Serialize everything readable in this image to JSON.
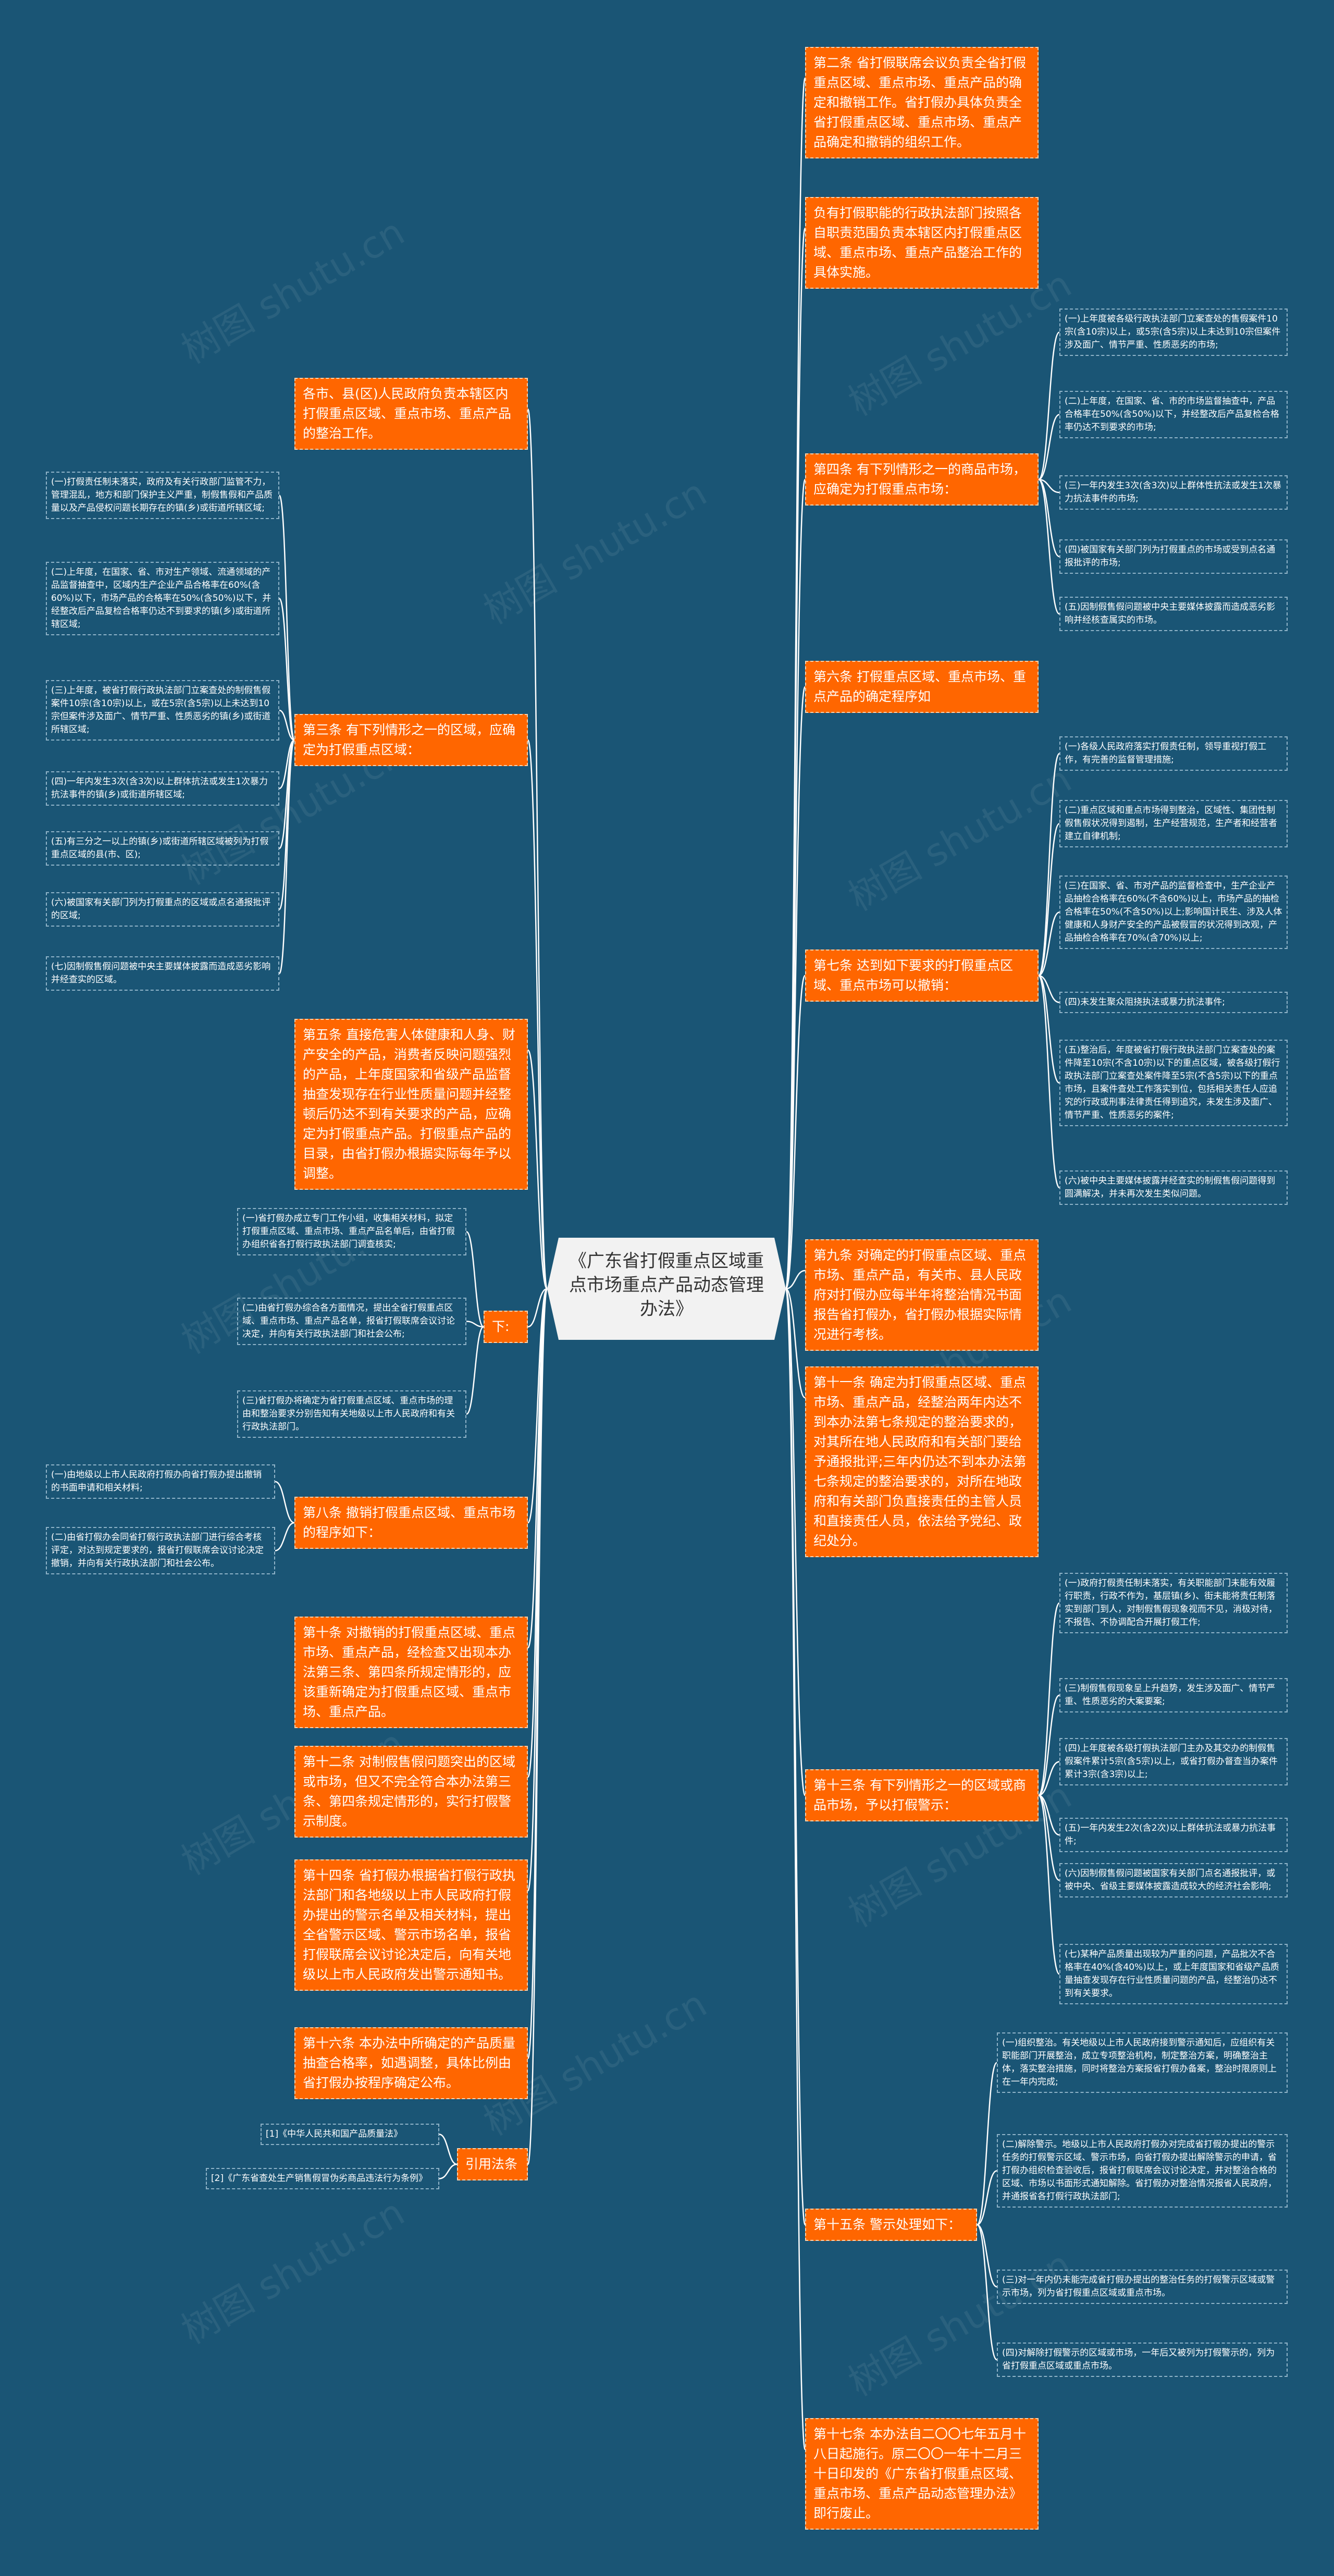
{
  "center": "《广东省打假重点区域重点市场重点产品动态管理办法》",
  "right": {
    "art2": "第二条 省打假联席会议负责全省打假重点区域、重点市场、重点产品的确定和撤销工作。省打假办具体负责全省打假重点区域、重点市场、重点产品确定和撤销的组织工作。",
    "intro": "负有打假职能的行政执法部门按照各自职责范围负责本辖区内打假重点区域、重点市场、重点产品整治工作的具体实施。",
    "art4": "第四条 有下列情形之一的商品市场，应确定为打假重点市场：",
    "art4_items": [
      "(一)上年度被各级行政执法部门立案查处的售假案件10宗(含10宗)以上，或5宗(含5宗)以上未达到10宗但案件涉及面广、情节严重、性质恶劣的市场;",
      "(二)上年度，在国家、省、市的市场监督抽查中，产品合格率在50%(含50%)以下，并经整改后产品复检合格率仍达不到要求的市场;",
      "(三)一年内发生3次(含3次)以上群体性抗法或发生1次暴力抗法事件的市场;",
      "(四)被国家有关部门列为打假重点的市场或受到点名通报批评的市场;",
      "(五)因制假售假问题被中央主要媒体披露而造成恶劣影响并经核查属实的市场。"
    ],
    "art6": "第六条 打假重点区域、重点市场、重点产品的确定程序如",
    "art7": "第七条 达到如下要求的打假重点区域、重点市场可以撤销：",
    "art7_items": [
      "(一)各级人民政府落实打假责任制，领导重视打假工作，有完善的监督管理措施;",
      "(二)重点区域和重点市场得到整治，区域性、集团性制假售假状况得到遏制，生产经营规范，生产者和经营者建立自律机制;",
      "(三)在国家、省、市对产品的监督检查中，生产企业产品抽检合格率在60%(不含60%)以上，市场产品的抽检合格率在50%(不含50%)以上;影响国计民生、涉及人体健康和人身财产安全的产品被假冒的状况得到改观，产品抽检合格率在70%(含70%)以上;",
      "(四)未发生聚众阻挠执法或暴力抗法事件;",
      "(五)整治后，年度被省打假行政执法部门立案查处的案件降至10宗(不含10宗)以下的重点区域，被各级打假行政执法部门立案查处案件降至5宗(不含5宗)以下的重点市场，且案件查处工作落实到位，包括相关责任人应追究的行政或刑事法律责任得到追究，未发生涉及面广、情节严重、性质恶劣的案件;",
      "(六)被中央主要媒体披露并经查实的制假售假问题得到圆满解决，并未再次发生类似问题。"
    ],
    "art9": "第九条 对确定的打假重点区域、重点市场、重点产品，有关市、县人民政府对打假办应每半年将整治情况书面报告省打假办，省打假办根据实际情况进行考核。",
    "art11": "第十一条 确定为打假重点区域、重点市场、重点产品，经整治两年内达不到本办法第七条规定的整治要求的，对其所在地人民政府和有关部门要给予通报批评;三年内仍达不到本办法第七条规定的整治要求的，对所在地政府和有关部门负直接责任的主管人员和直接责任人员，依法给予党纪、政纪处分。",
    "art13": "第十三条 有下列情形之一的区域或商品市场，予以打假警示：",
    "art13_items": [
      "(一)政府打假责任制未落实，有关职能部门未能有效履行职责，行政不作为，基层镇(乡)、街未能将责任制落实到部门到人，对制假售假现象视而不见，消极对待，不报告、不协调配合开展打假工作;",
      "(三)制假售假现象呈上升趋势，发生涉及面广、情节严重、性质恶劣的大案要案;",
      "(四)上年度被各级打假执法部门主办及其交办的制假售假案件累计5宗(含5宗)以上，或省打假办督查当办案件累计3宗(含3宗)以上;",
      "(五)一年内发生2次(含2次)以上群体抗法或暴力抗法事件;",
      "(六)因制假售假问题被国家有关部门点名通报批评，或被中央、省级主要媒体披露造成较大的经济社会影响;",
      "(七)某种产品质量出现较为严重的问题，产品批次不合格率在40%(含40%)以上，或上年度国家和省级产品质量抽查发现存在行业性质量问题的产品，经整治仍达不到有关要求。"
    ],
    "art15": "第十五条 警示处理如下：",
    "art15_items": [
      "(一)组织整治。有关地级以上市人民政府接到警示通知后，应组织有关职能部门开展整治，成立专项整治机构，制定整治方案，明确整治主体，落实整治措施，同时将整治方案报省打假办备案，整治时限原则上在一年内完成;",
      "(二)解除警示。地级以上市人民政府打假办对完成省打假办提出的警示任务的打假警示区域、警示市场，向省打假办提出解除警示的申请，省打假办组织检查验收后，报省打假联席会议讨论决定，并对整治合格的区域、市场以书面形式通知解除。省打假办对整治情况报省人民政府，并通报省各打假行政执法部门;",
      "(三)对一年内仍未能完成省打假办提出的整治任务的打假警示区域或警示市场，列为省打假重点区域或重点市场。",
      "(四)对解除打假警示的区域或市场，一年后又被列为打假警示的，列为省打假重点区域或重点市场。"
    ],
    "art17": "第十七条 本办法自二〇〇七年五月十八日起施行。原二〇〇一年十二月三十日印发的《广东省打假重点区域、重点市场、重点产品动态管理办法》即行废止。"
  },
  "left": {
    "gov": "各市、县(区)人民政府负责本辖区内打假重点区域、重点市场、重点产品的整治工作。",
    "art3": "第三条 有下列情形之一的区域，应确定为打假重点区域：",
    "art3_items": [
      "(一)打假责任制未落实，政府及有关行政部门监管不力，管理混乱，地方和部门保护主义严重，制假售假和产品质量以及产品侵权问题长期存在的镇(乡)或街道所辖区域;",
      "(二)上年度，在国家、省、市对生产领域、流通领域的产品监督抽查中，区域内生产企业产品合格率在60%(含60%)以下，市场产品的合格率在50%(含50%)以下，并经整改后产品复检合格率仍达不到要求的镇(乡)或街道所辖区域;",
      "(三)上年度，被省打假行政执法部门立案查处的制假售假案件10宗(含10宗)以上，或在5宗(含5宗)以上未达到10宗但案件涉及面广、情节严重、性质恶劣的镇(乡)或街道所辖区域;",
      "(四)一年内发生3次(含3次)以上群体抗法或发生1次暴力抗法事件的镇(乡)或街道所辖区域;",
      "(五)有三分之一以上的镇(乡)或街道所辖区域被列为打假重点区域的县(市、区);",
      "(六)被国家有关部门列为打假重点的区域或点名通报批评的区域;",
      "(七)因制假售假问题被中央主要媒体披露而造成恶劣影响并经查实的区域。"
    ],
    "art5": "第五条 直接危害人体健康和人身、财产安全的产品，消费者反映问题强烈的产品，上年度国家和省级产品监督抽查发现存在行业性质量问题并经整顿后仍达不到有关要求的产品，应确定为打假重点产品。打假重点产品的目录，由省打假办根据实际每年予以调整。",
    "down": "下:",
    "down_items": [
      "(一)省打假办成立专门工作小组，收集相关材料，拟定打假重点区域、重点市场、重点产品名单后，由省打假办组织省各打假行政执法部门调查核实;",
      "(二)由省打假办综合各方面情况，提出全省打假重点区域、重点市场、重点产品名单，报省打假联席会议讨论决定，并向有关行政执法部门和社会公布;",
      "(三)省打假办将确定为省打假重点区域、重点市场的理由和整治要求分别告知有关地级以上市人民政府和有关行政执法部门。"
    ],
    "art8": "第八条 撤销打假重点区域、重点市场的程序如下：",
    "art8_items": [
      "(一)由地级以上市人民政府打假办向省打假办提出撤销的书面申请和相关材料;",
      "(二)由省打假办会同省打假行政执法部门进行综合考核评定，对达到规定要求的，报省打假联席会议讨论决定撤销，并向有关行政执法部门和社会公布。"
    ],
    "art10": "第十条 对撤销的打假重点区域、重点市场、重点产品，经检查又出现本办法第三条、第四条所规定情形的，应该重新确定为打假重点区域、重点市场、重点产品。",
    "art12": "第十二条 对制假售假问题突出的区域或市场，但又不完全符合本办法第三条、第四条规定情形的，实行打假警示制度。",
    "art14": "第十四条 省打假办根据省打假行政执法部门和各地级以上市人民政府打假办提出的警示名单及相关材料，提出全省警示区域、警示市场名单，报省打假联席会议讨论决定后，向有关地级以上市人民政府发出警示通知书。",
    "art16": "第十六条 本办法中所确定的产品质量抽查合格率，如遇调整，具体比例由省打假办按程序确定公布。",
    "refs_label": "引用法条",
    "refs": [
      "[1]《中华人民共和国产品质量法》",
      "[2]《广东省查处生产销售假冒伪劣商品违法行为条例》"
    ]
  },
  "watermark": [
    "树图 shutu.cn",
    "树图 shutu.cn",
    "树图 shutu.cn",
    "树图 shutu.cn",
    "树图 shutu.cn",
    "树图 shutu.cn",
    "树图 shutu.cn",
    "树图 shutu.cn",
    "树图 shutu.cn",
    "树图 shutu.cn",
    "树图 shutu.cn",
    "树图 shutu.cn"
  ],
  "colors": {
    "background": "#1a5575",
    "node": "#ff6600",
    "line": "#ffffff",
    "center": "#f2f2f2"
  }
}
